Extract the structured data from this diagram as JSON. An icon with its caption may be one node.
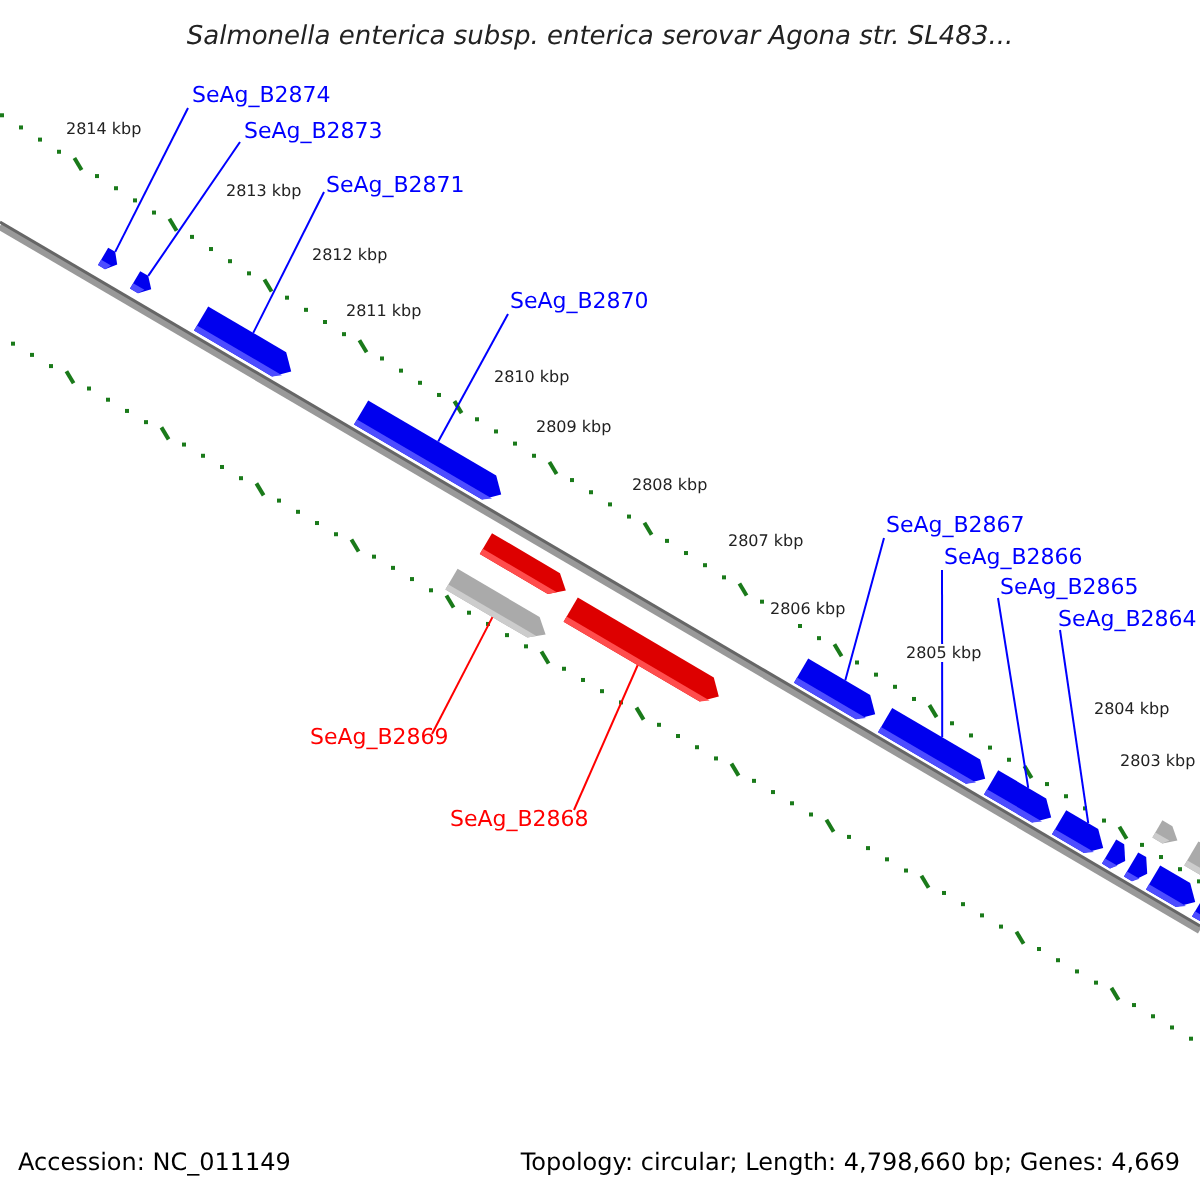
{
  "diagram": {
    "title": "Salmonella enterica subsp. enterica serovar Agona str. SL483...",
    "nodes": [
      {
        "text": [
          "SeAg_B2874"
        ]
      },
      {
        "text": [
          "SeAg_B2873"
        ]
      },
      {
        "text": [
          "SeAg_B2871"
        ]
      },
      {
        "text": [
          "SeAg_B2870"
        ]
      },
      {
        "text": [
          "SeAg_B2867"
        ]
      },
      {
        "text": [
          "SeAg_B2866"
        ]
      },
      {
        "text": [
          "SeAg_B2865"
        ]
      },
      {
        "text": [
          "SeAg_B2864"
        ]
      },
      {
        "text": [
          "SeAg_B2869"
        ]
      },
      {
        "text": [
          "SeAg_B2868"
        ]
      },
      {
        "text": [],
        "shape": "bar"
      },
      {
        "text": [],
        "shape": "bar"
      },
      {
        "text": [],
        "shape": "bar"
      },
      {
        "text": [],
        "shape": "bar"
      },
      {
        "text": [],
        "shape": "bar"
      },
      {
        "text": [],
        "shape": "bar"
      },
      {
        "text": [],
        "shape": "bar"
      },
      {
        "text": [],
        "shape": "bar"
      },
      {
        "text": [],
        "shape": "bar"
      },
      {
        "text": [],
        "shape": "bar"
      },
      {
        "text": [],
        "shape": "bar"
      },
      {
        "text": [],
        "shape": "bar"
      },
      {
        "text": [],
        "shape": "bar"
      },
      {
        "text": [],
        "shape": "bar"
      },
      {
        "text": [],
        "shape": "bar"
      },
      {
        "text": [],
        "shape": "bar"
      },
      {
        "text": [],
        "shape": "bar"
      }
    ],
    "edges": [
      {
        "from": 0,
        "to": 10,
        "arrow": "none"
      },
      {
        "from": 1,
        "to": 11,
        "arrow": "none"
      },
      {
        "from": 2,
        "to": 12,
        "arrow": "none"
      },
      {
        "from": 3,
        "to": 13,
        "arrow": "none"
      },
      {
        "from": 4,
        "to": 17,
        "arrow": "none"
      },
      {
        "from": 5,
        "to": 18,
        "arrow": "none"
      },
      {
        "from": 6,
        "to": 19,
        "arrow": "none"
      },
      {
        "from": 7,
        "to": 20,
        "arrow": "none"
      },
      {
        "from": 8,
        "to": 14,
        "arrow": "none",
        "color": "#ff0000"
      },
      {
        "from": 9,
        "to": 16,
        "arrow": "none",
        "color": "#ff0000"
      }
    ],
    "labels": [
      "2814 kbp",
      "2813 kbp",
      "2812 kbp",
      "2811 kbp",
      "2810 kbp",
      "2809 kbp",
      "2808 kbp",
      "2807 kbp",
      "2806 kbp",
      "2805 kbp",
      "2804 kbp",
      "2803 kbp",
      "Accession: NC_011149",
      "Topology: circular; Length: 4,798,660 bp; Genes: 4,669"
    ]
  }
}
